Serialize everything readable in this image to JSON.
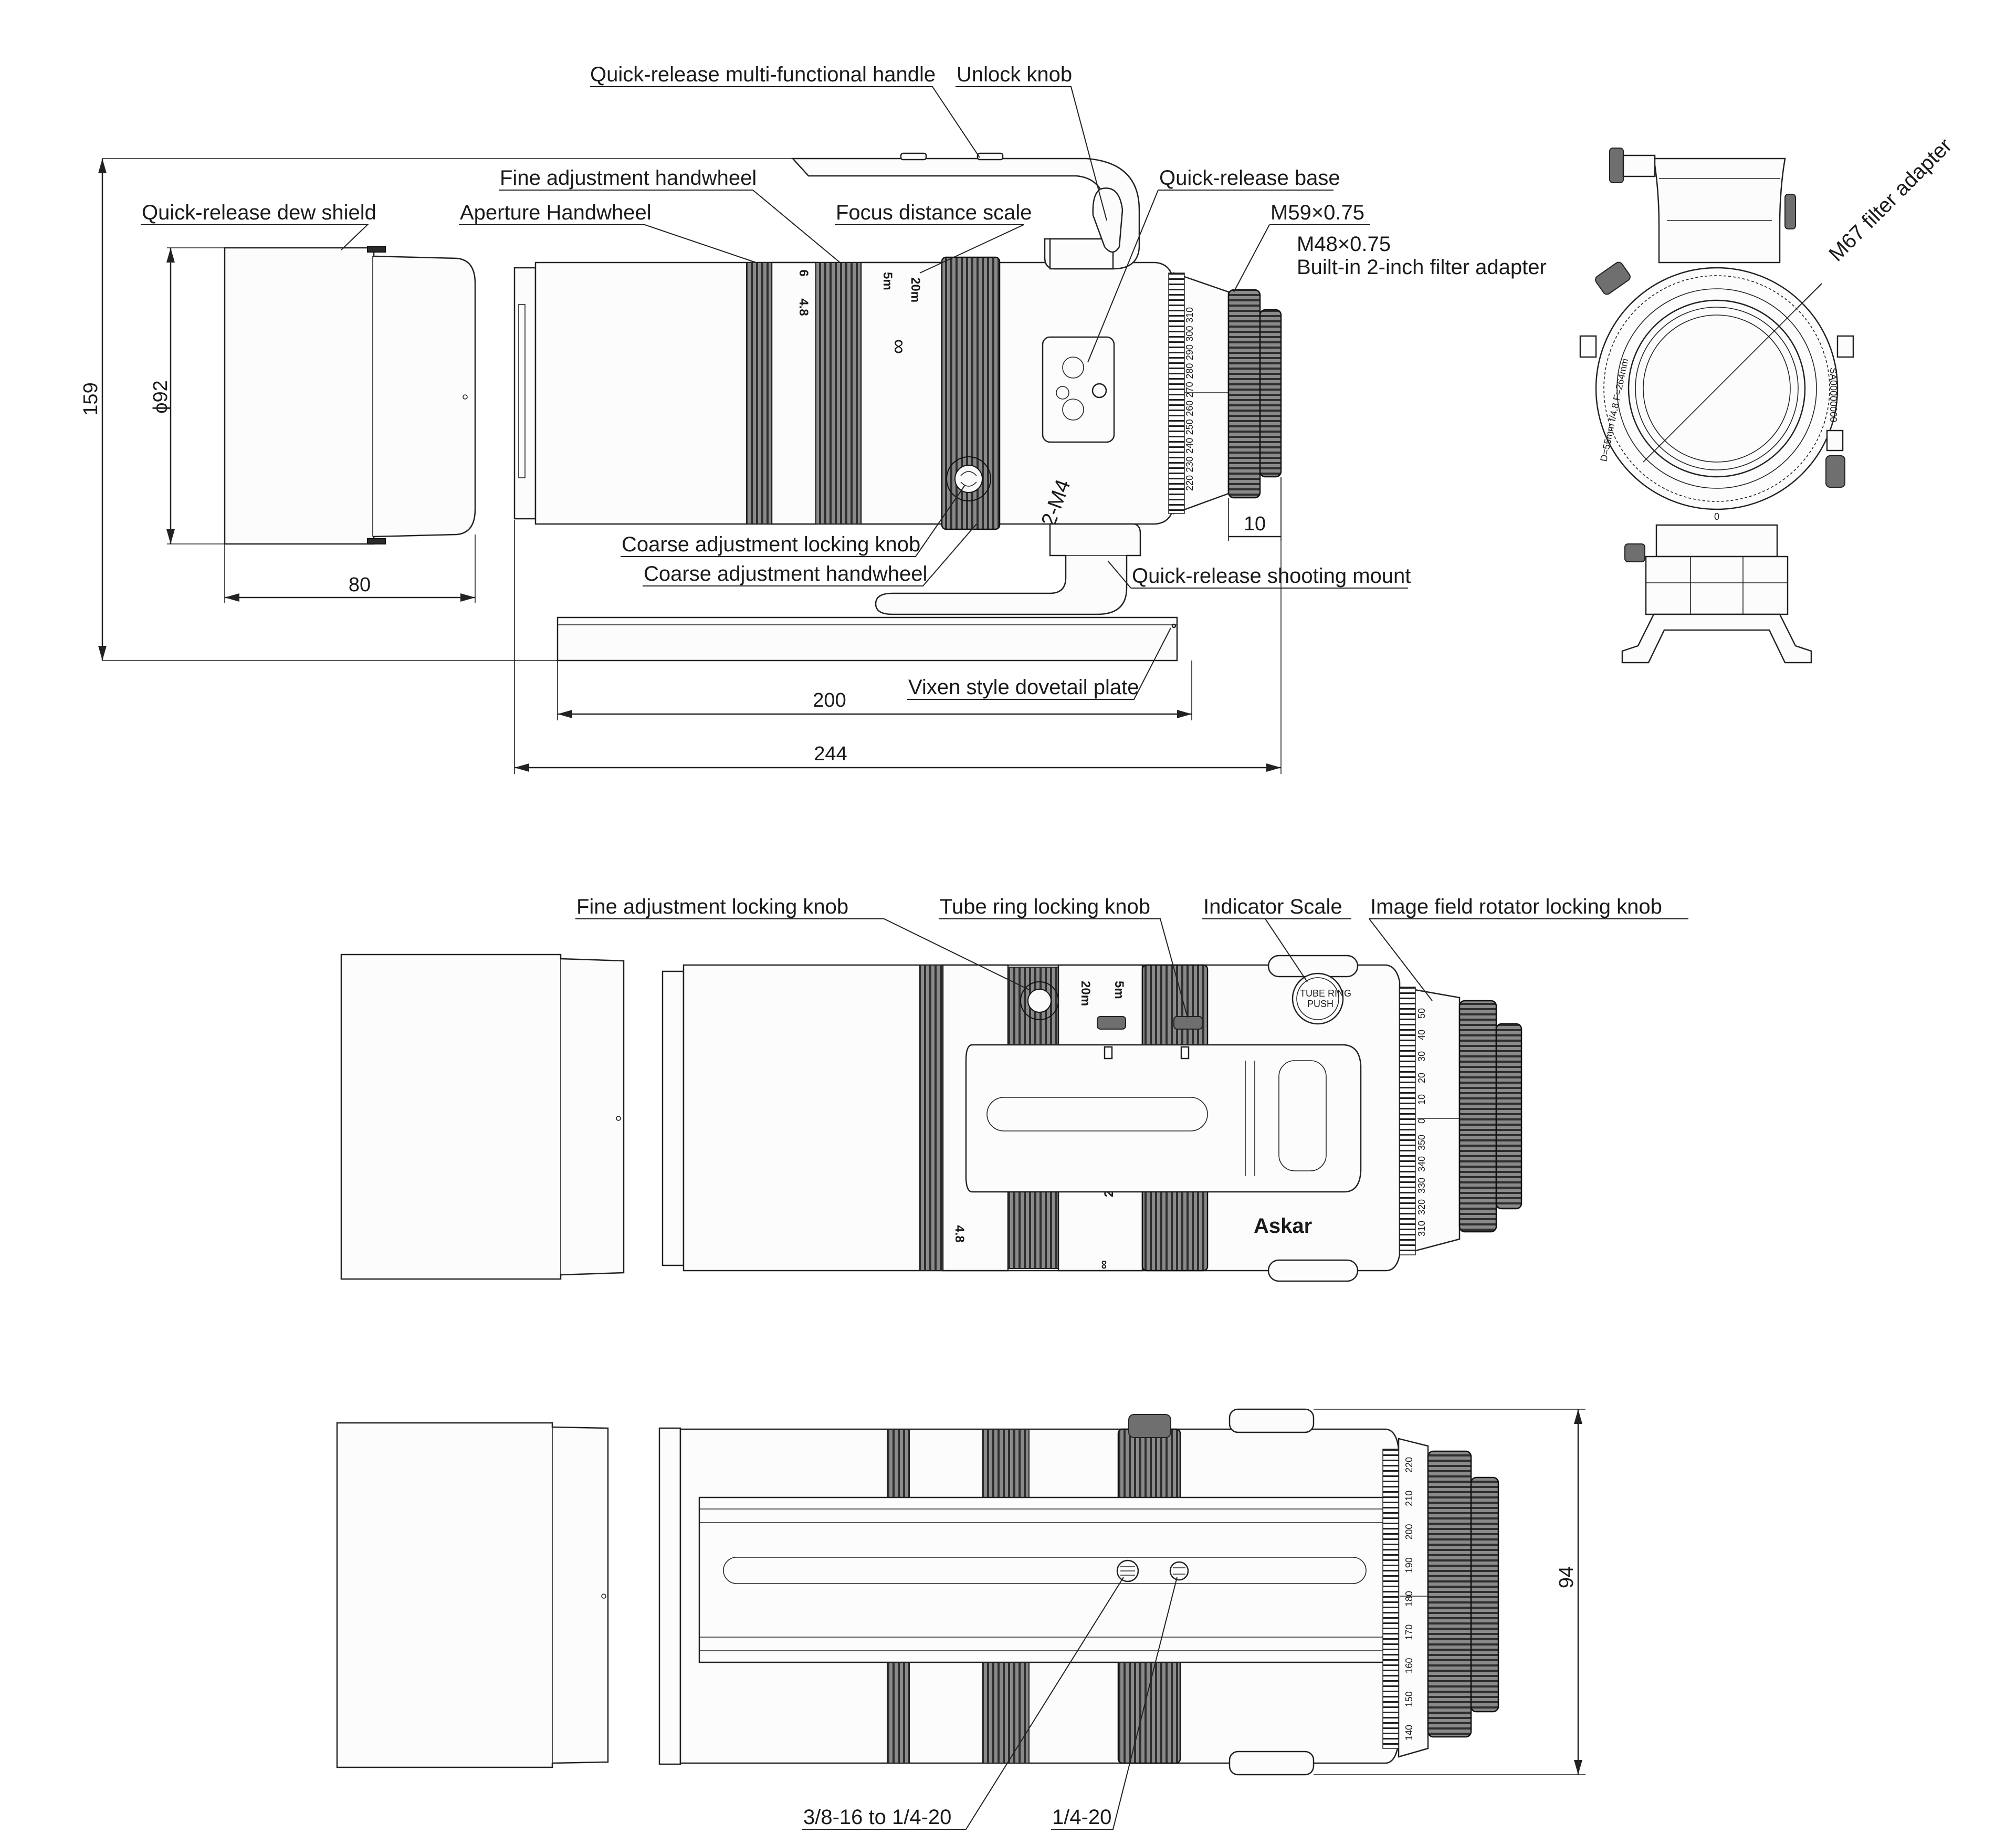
{
  "labels": {
    "handle": "Quick-release multi-functional handle",
    "unlock_knob": "Unlock knob",
    "fine_handwheel": "Fine adjustment handwheel",
    "qr_base": "Quick-release base",
    "dew_shield": "Quick-release dew shield",
    "aperture_handwheel": "Aperture Handwheel",
    "focus_scale": "Focus distance scale",
    "m59": "M59×0.75",
    "m48": "M48×0.75",
    "filter_adapter": "Built-in 2-inch filter adapter",
    "m67": "M67 filter adapter",
    "coarse_lock": "Coarse adjustment locking knob",
    "coarse_handwheel": "Coarse adjustment handwheel",
    "shooting_mount": "Quick-release shooting mount",
    "vixen_plate": "Vixen style dovetail plate",
    "fine_lock": "Fine adjustment locking knob",
    "tube_ring_lock": "Tube ring locking knob",
    "indicator_scale": "Indicator Scale",
    "rotator_lock": "Image field rotator locking knob",
    "thread_38": "3/8-16 to 1/4-20",
    "thread_14": "1/4-20"
  },
  "dimensions": {
    "height": "159",
    "diameter": "ϕ92",
    "shield_length": "80",
    "plate_length": "200",
    "total_length": "244",
    "rear_ring": "10",
    "width": "94",
    "thread_note": "2-M4"
  },
  "markings": {
    "aperture": "4.8",
    "stop": "6",
    "distance_5m": "5m",
    "distance_20m": "20m",
    "infinity": "∞",
    "brand": "Askar",
    "lens_ring": "D=55mm  f/4.8  F=264mm",
    "serial": "SA00000000",
    "scale_top": [
      "310",
      "300",
      "290",
      "280",
      "270",
      "260",
      "250",
      "240",
      "230",
      "220"
    ],
    "scale_mid": [
      "50",
      "40",
      "30",
      "20",
      "10",
      "0",
      "350",
      "340",
      "330",
      "320",
      "310"
    ],
    "scale_bot": [
      "220",
      "210",
      "200",
      "190",
      "180",
      "170",
      "160",
      "150",
      "140"
    ],
    "zero": "0",
    "push_label": "PUSH",
    "tube_lock_text": "TUBE RING"
  }
}
